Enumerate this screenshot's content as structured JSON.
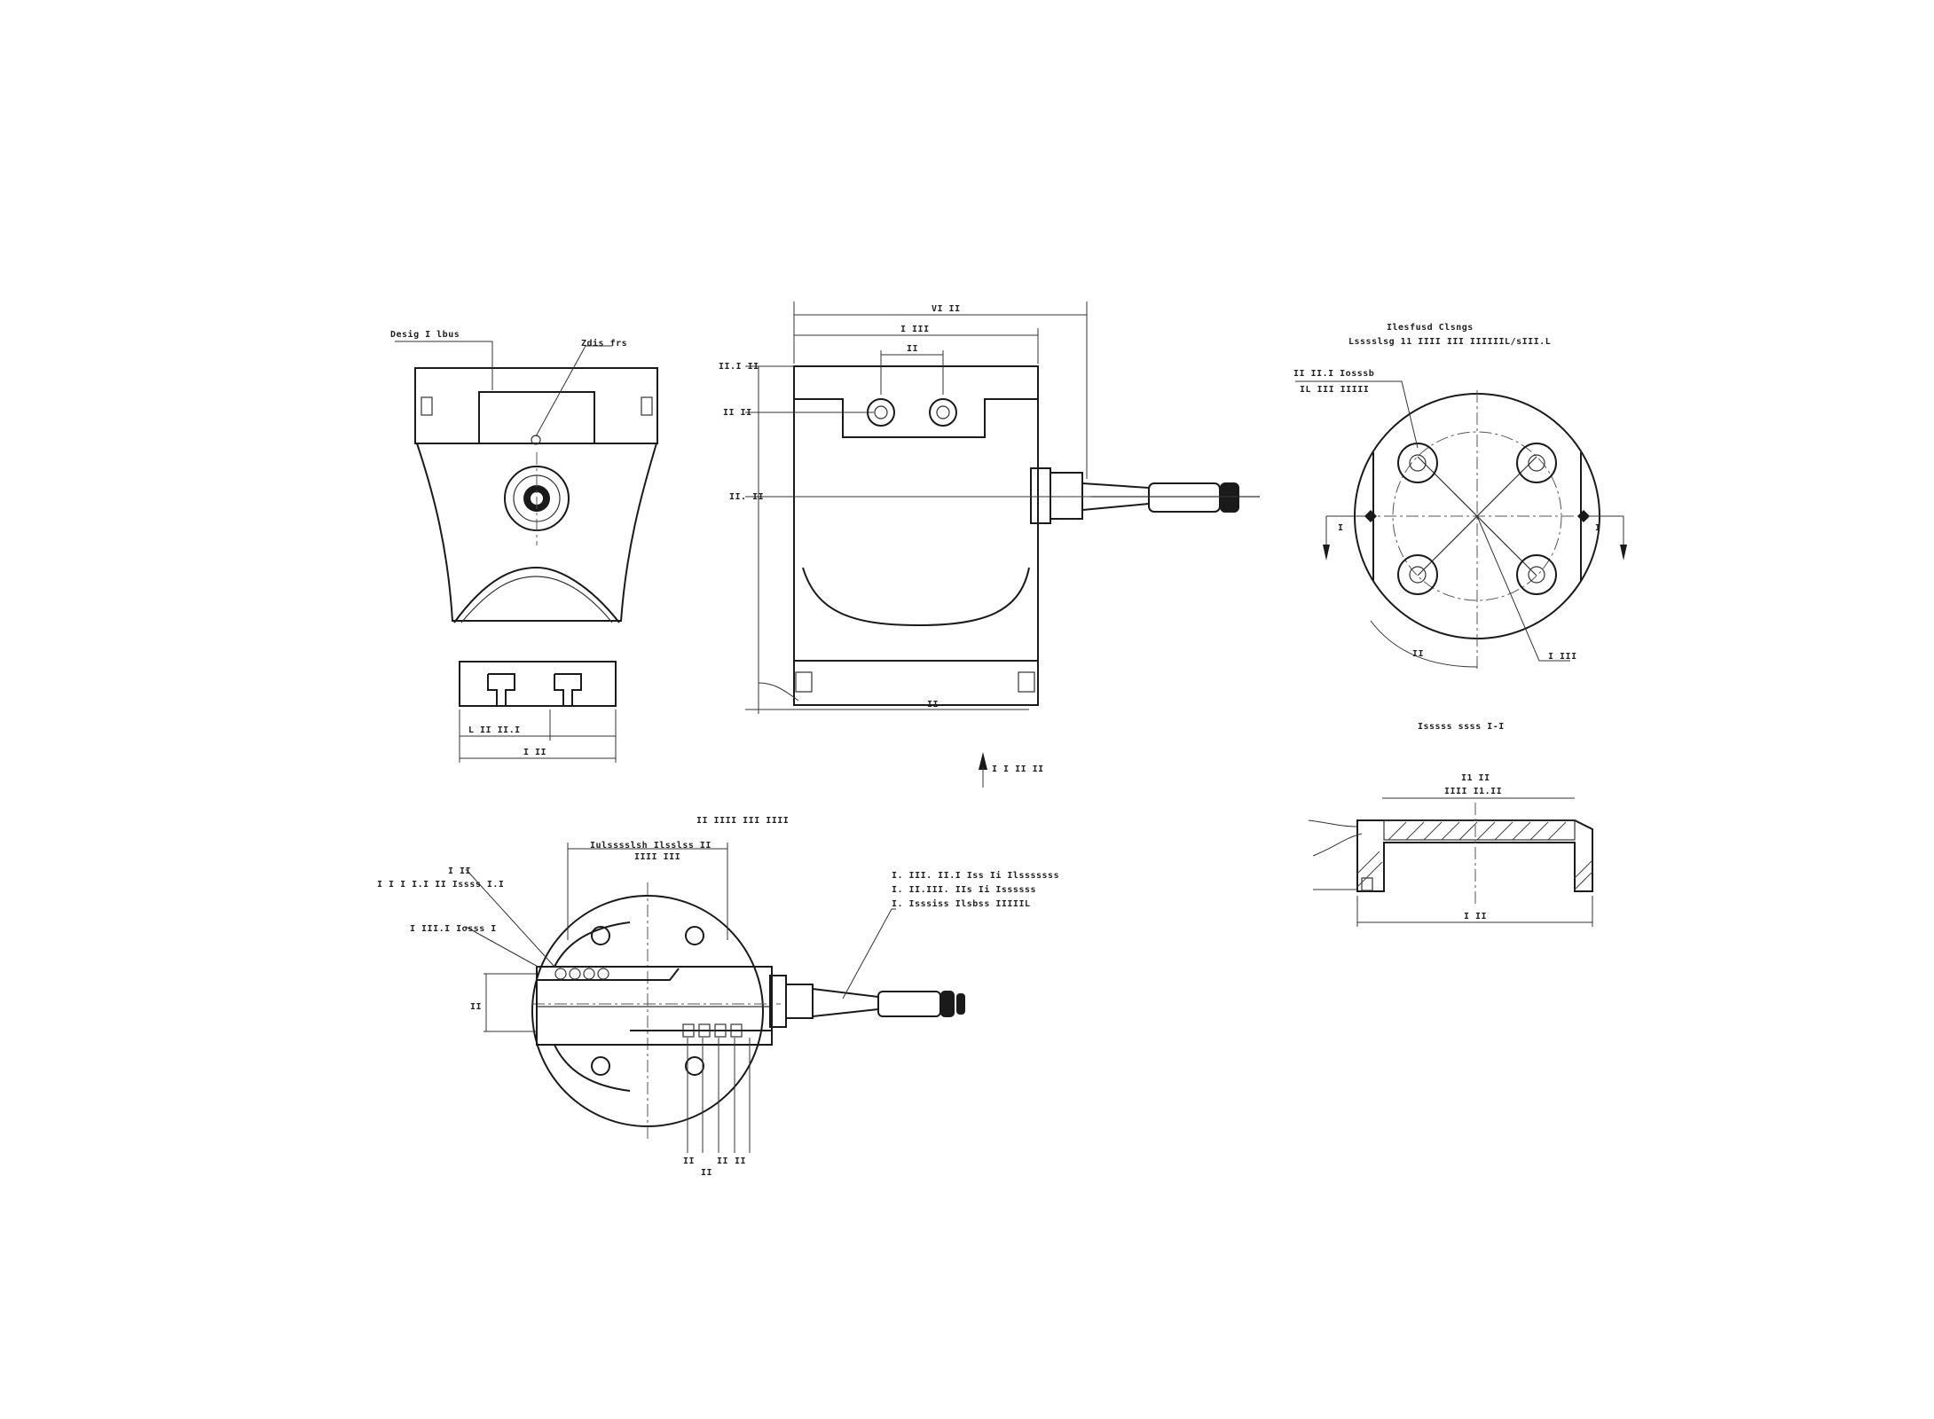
{
  "labels": {
    "front_view": {
      "callout_left": "Desig I lbus",
      "callout_right": "Zdis frs",
      "dim_bottom_inner": "L II II.I",
      "dim_bottom_outer": "I II"
    },
    "side_view": {
      "dim_top_overall": "VI II",
      "dim_top_body": "I III",
      "dim_top_holes": "II",
      "dim_left_1": "II.I II",
      "dim_left_2": "II II",
      "dim_left_3": "II. II",
      "dim_bottom": "II",
      "note_arrow": "I I II II"
    },
    "flange_top": {
      "title_1": "Ilesfusd Clsngs",
      "title_2": "Lsssslsg 11 IIII III IIIIIIL/sIII.L",
      "callout_1": "II II.I Iosssb",
      "callout_2": "IL III IIIII",
      "section_mark_left": "I",
      "section_mark_right": "I",
      "dim_radius": "II",
      "dim_pcd": "I III"
    },
    "section_view": {
      "title": "Isssss ssss I-I",
      "dim_top_1": "I1 II",
      "dim_top_2": "IIII I1.II",
      "dim_bottom": "I II"
    },
    "bottom_view": {
      "title": "II IIII III IIII",
      "callout_top_1": "Iulsssslsh Ilsslss II",
      "callout_top_2": "IIII III",
      "callout_left_1": "I II",
      "callout_left_2": "I I I I.I II   Issss I.I",
      "callout_left_3": "I III.I Iosss I",
      "notes": [
        "I. III. II.I Iss Ii Ilsssssss",
        "I. II.III. IIs Ii Issssss",
        "I. Isssiss Ilsbss IIIIIL"
      ],
      "dim_left": "II",
      "dim_bottom_values": [
        "II",
        "II",
        "II",
        "II"
      ]
    }
  },
  "colors": {
    "line": "#1a1a1a",
    "background": "#ffffff"
  }
}
